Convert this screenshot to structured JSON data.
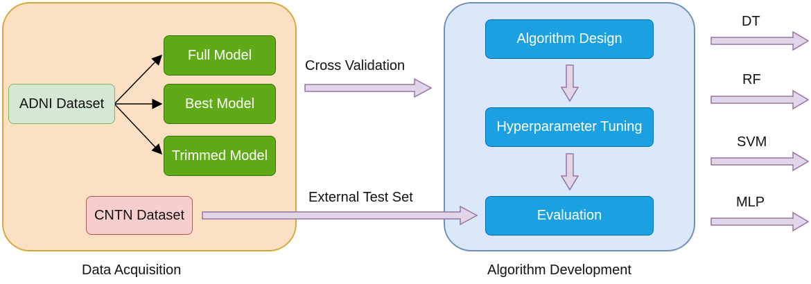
{
  "groups": {
    "acquisition": "Data Acquisition",
    "development": "Algorithm Development"
  },
  "nodes": {
    "adni": "ADNI Dataset",
    "full_model": "Full Model",
    "best_model": "Best Model",
    "trimmed_model": "Trimmed Model",
    "cntn": "CNTN Dataset",
    "algorithm_design": "Algorithm Design",
    "hyperparameter_tuning": "Hyperparameter Tuning",
    "evaluation": "Evaluation"
  },
  "edges": {
    "cross_validation": "Cross Validation",
    "external_test_set": "External Test Set"
  },
  "outputs": [
    "DT",
    "RF",
    "SVM",
    "MLP"
  ],
  "colors": {
    "acq_fill": "#fbe0c4",
    "acq_border": "#d8a63a",
    "alg_fill": "#dae8f9",
    "alg_border": "#6c8ebf",
    "model_fill": "#60a917",
    "process_fill": "#1ba1e2",
    "arrow_fill": "#e1d5e7",
    "arrow_border": "#9673a6"
  }
}
